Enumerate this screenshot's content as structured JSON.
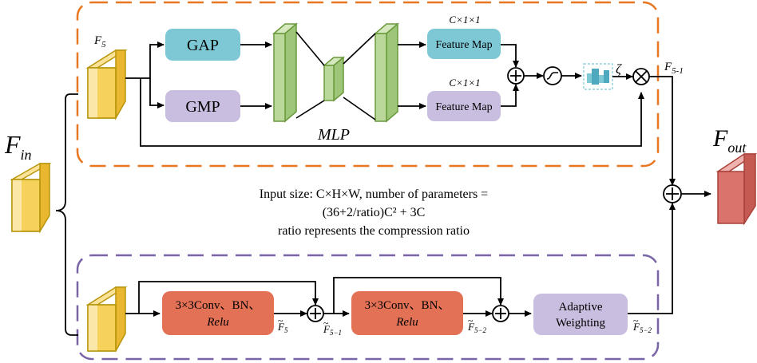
{
  "diagram": {
    "input_label": "F",
    "input_sub": "in",
    "output_label": "F",
    "output_sub": "out",
    "top_branch": {
      "f5_label": "F",
      "f5_sub": "5",
      "gap": "GAP",
      "gmp": "GMP",
      "mlp": "MLP",
      "feature_map_top": "Feature Map",
      "feature_map_bottom": "Feature Map",
      "shape_top": "C×1×1",
      "shape_bottom": "C×1×1",
      "zeta": "ζ",
      "f51_label": "F",
      "f51_sub": "5-1"
    },
    "description": {
      "line1": "Input size: C×H×W, number of parameters =",
      "line2": "(36+2/ratio)C² + 3C",
      "line3": "ratio represents the compression ratio"
    },
    "bottom_branch": {
      "conv1_line1": "3×3Conv、BN、",
      "conv1_line2": "Relu",
      "conv2_line1": "3×3Conv、BN、",
      "conv2_line2": "Relu",
      "adaptive_line1": "Adaptive",
      "adaptive_line2": "Weighting",
      "lbl_f5": "F",
      "lbl_f5_sub": "5",
      "lbl_f51": "F",
      "lbl_f51_sub": "5−1",
      "lbl_f52a": "F",
      "lbl_f52a_sub": "5−2",
      "lbl_f52b": "F",
      "lbl_f52b_sub": "5−2"
    },
    "colors": {
      "orange_frame": "#E87722",
      "purple_frame": "#7A64A8",
      "gap_fill": "#7EC8D6",
      "gmp_fill": "#C9BEDF",
      "mlp_fill": "#B9D89A",
      "mlp_stroke": "#6A9A3C",
      "conv_fill": "#E27156",
      "cube_yellow": "#F6D25C",
      "cube_red": "#D9736C"
    }
  }
}
